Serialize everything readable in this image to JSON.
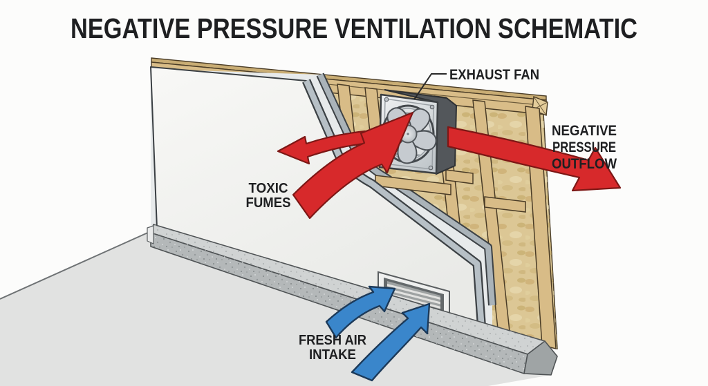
{
  "title": "NEGATIVE PRESSURE VENTILATION SCHEMATIC",
  "labels": {
    "exhaust_fan": "EXHAUST FAN",
    "outflow": {
      "lines": [
        "NEGATIVE",
        "PRESSURE",
        "OUTFLOW"
      ]
    },
    "toxic": {
      "lines": [
        "TOXIC",
        "FUMES"
      ]
    },
    "intake": {
      "lines": [
        "FRESH AIR",
        "INTAKE"
      ]
    }
  },
  "colors": {
    "arrow_red": "#d7292b",
    "arrow_red_outline": "#7d1715",
    "arrow_blue": "#3a86cb",
    "arrow_blue_outline": "#1c3a5a",
    "label_text": "#1e1f21",
    "wood": "#d9bd88",
    "wood_cap": "#c9ad74",
    "insulation": "#dcc795",
    "drywall": "#f6f6f4",
    "sheathing": "#e7eaeb",
    "cut_edge": "#b7c0c6",
    "concrete": "#b4b8b9",
    "concrete_top": "#d0d3d3",
    "floor": "#e1e2e1",
    "fan_housing": "#53575b",
    "fan_metal": "#d6dadd"
  }
}
